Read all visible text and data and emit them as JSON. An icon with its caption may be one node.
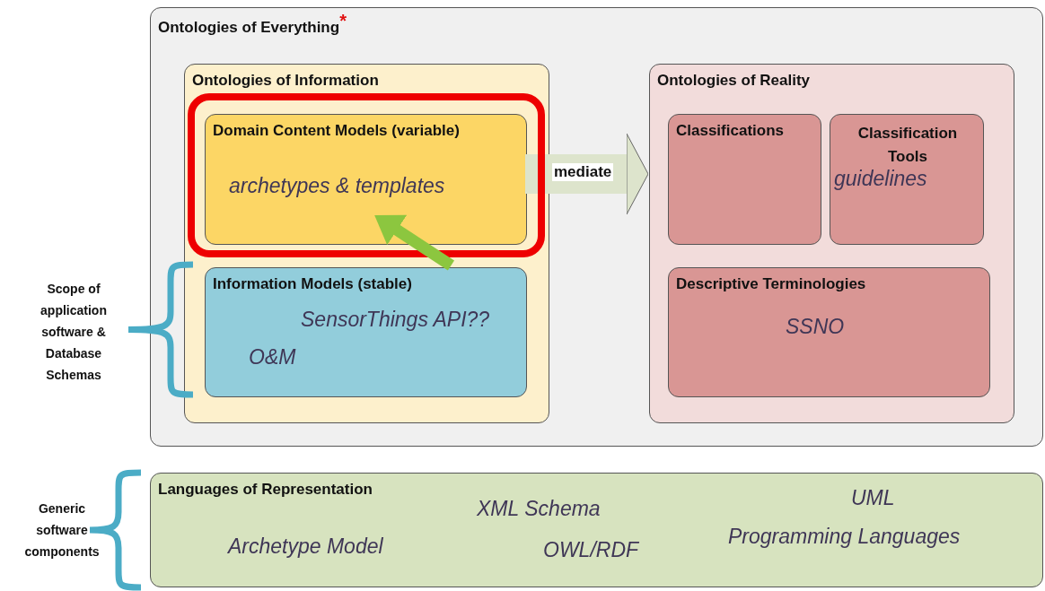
{
  "diagram": {
    "nodes": [
      {
        "text": [
          "Ontologies of Everything$^{*}$"
        ]
      },
      {
        "text": [
          "Ontologies of Information"
        ],
        "in": 0
      },
      {
        "text": [
          "Domain Content Models (variable)",
          "archetypes & templates"
        ],
        "in": 1
      },
      {
        "text": [
          "Information Models (stable)",
          "SensorThings API??",
          "O&M"
        ],
        "in": 1
      },
      {
        "text": [
          "Ontologies of Reality"
        ],
        "in": 0
      },
      {
        "text": [
          "Classifications"
        ],
        "in": 4
      },
      {
        "text": [
          "Classification Tools",
          "guidelines"
        ],
        "in": 4
      },
      {
        "text": [
          "Descriptive Terminologies",
          "SSNO"
        ],
        "in": 4
      },
      {
        "text": [
          "Languages of Representation",
          "XML Schema",
          "UML",
          "Archetype Model",
          "OWL/RDF",
          "Programming Languages"
        ]
      }
    ],
    "edges": [
      {
        "from": 2,
        "to": 4,
        "arrow": "to",
        "label": "mediate",
        "style": "thick",
        "color": "#dde4cc"
      },
      {
        "from": 3,
        "to": 2,
        "arrow": "to",
        "color": "#8cc63f"
      }
    ],
    "labels": [
      "Scope of application software & Database Schemas",
      "Generic software components"
    ]
  }
}
